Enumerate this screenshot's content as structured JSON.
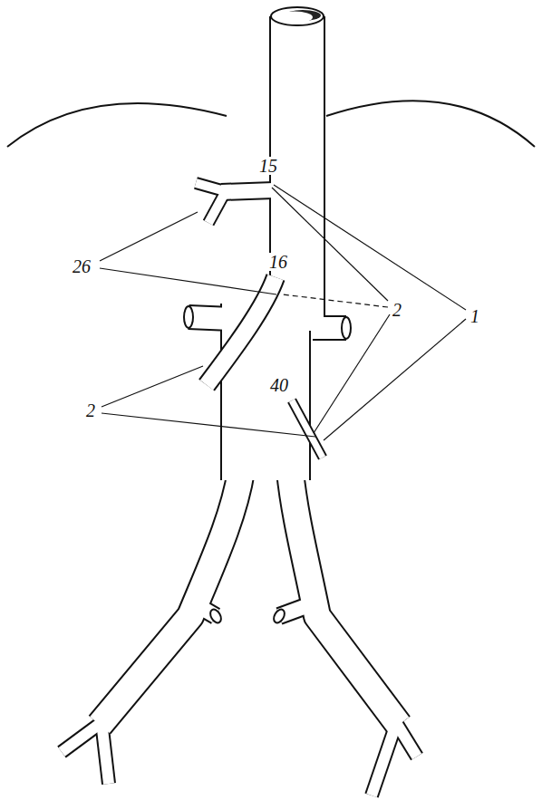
{
  "diagram": {
    "labels": [
      "15",
      "26",
      "16",
      "2",
      "1",
      "40",
      "2"
    ]
  }
}
